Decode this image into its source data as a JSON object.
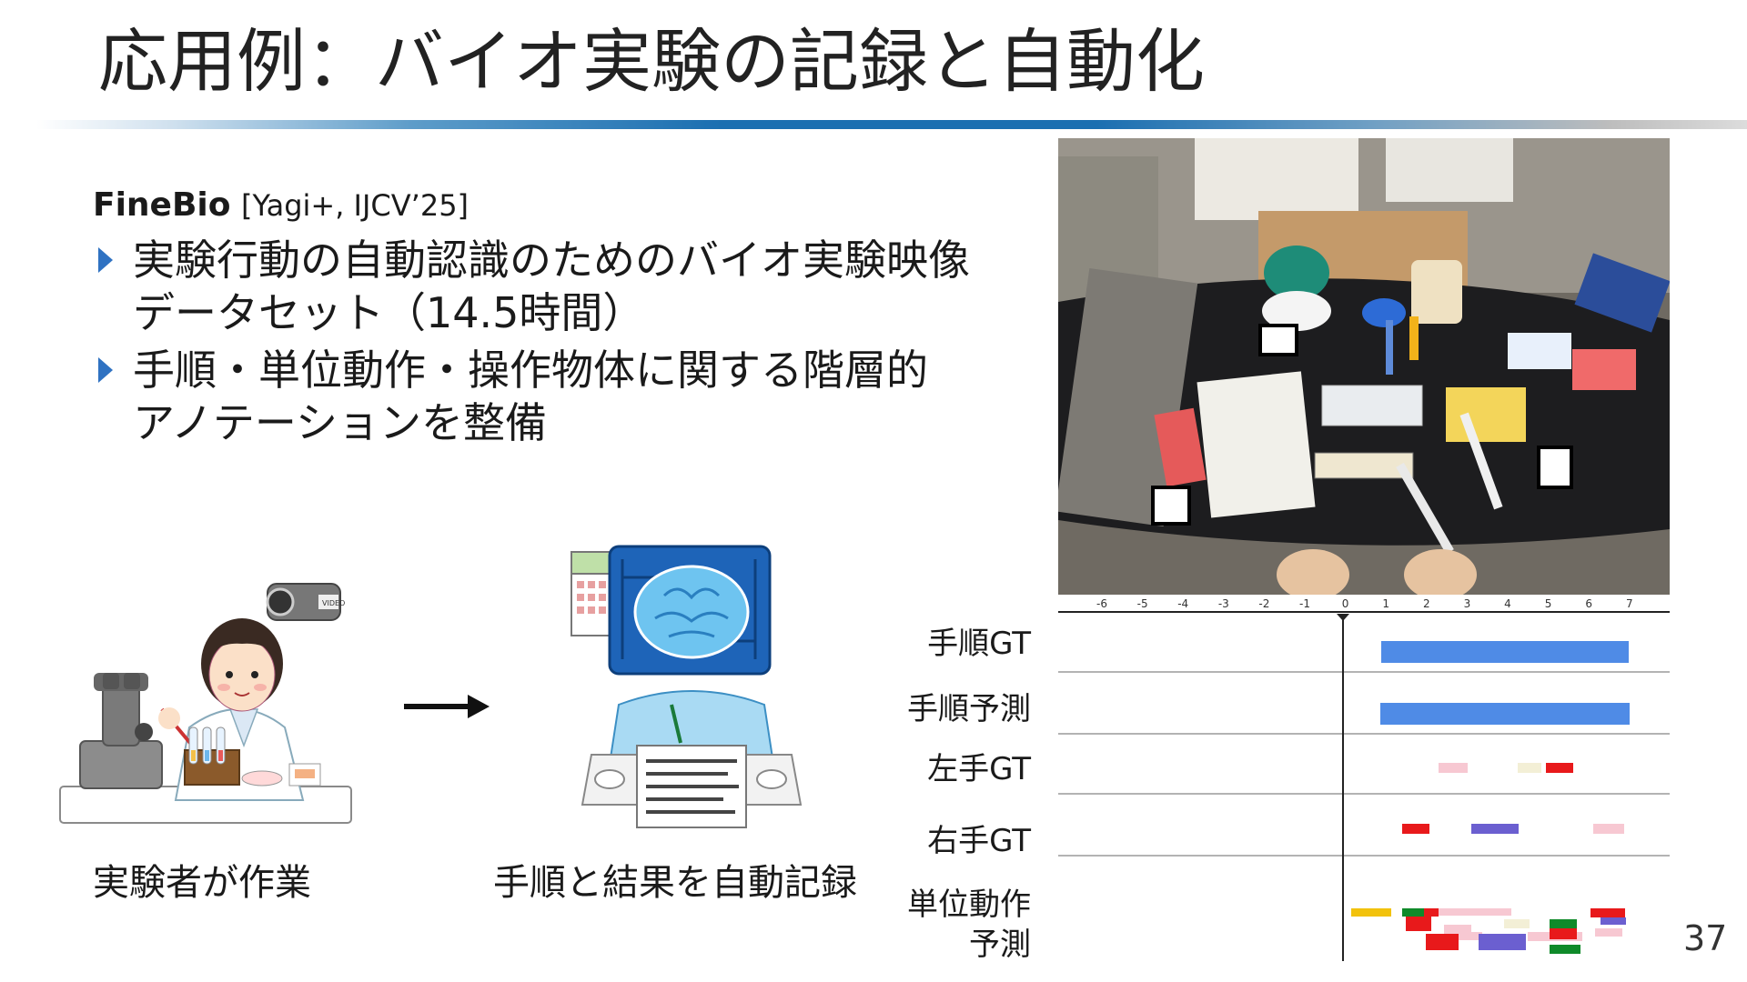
{
  "slide": {
    "title": "応用例：バイオ実験の記録と自動化",
    "reference": {
      "name": "FineBio",
      "citation": "[Yagi+, IJCV’25]"
    },
    "bullets": [
      {
        "line1": "実験行動の自動認識のためのバイオ実験映像",
        "line2": "データセット（14.5時間）"
      },
      {
        "line1": "手順・単位動作・操作物体に関する階層的",
        "line2": "アノテーションを整備"
      }
    ],
    "captions": {
      "left": "実験者が作業",
      "right": "手順と結果を自動記録"
    },
    "page_number": "37",
    "illustrations": {
      "left": "scientist-with-microscope-illustration",
      "right": "ai-brain-recording-illustration",
      "arrow": "right-arrow-icon",
      "camera_badge": "VIDEO"
    },
    "timeline": {
      "ticks": [
        "-6",
        "-5",
        "-4",
        "-3",
        "-2",
        "-1",
        "0",
        "1",
        "2",
        "3",
        "4",
        "5",
        "6",
        "7"
      ],
      "rows": [
        {
          "label": "手順GT"
        },
        {
          "label": "手順予測"
        },
        {
          "label": "左手GT"
        },
        {
          "label": "右手GT"
        },
        {
          "label_line1": "単位動作",
          "label_line2": "予測"
        }
      ],
      "colors": {
        "blue": "#4f8be6",
        "pink": "#f7c8d2",
        "red": "#e8191b",
        "purple": "#6b5fd0",
        "cream": "#f3efd6",
        "yellow": "#f2c20c",
        "green": "#0f8a2a"
      }
    }
  }
}
